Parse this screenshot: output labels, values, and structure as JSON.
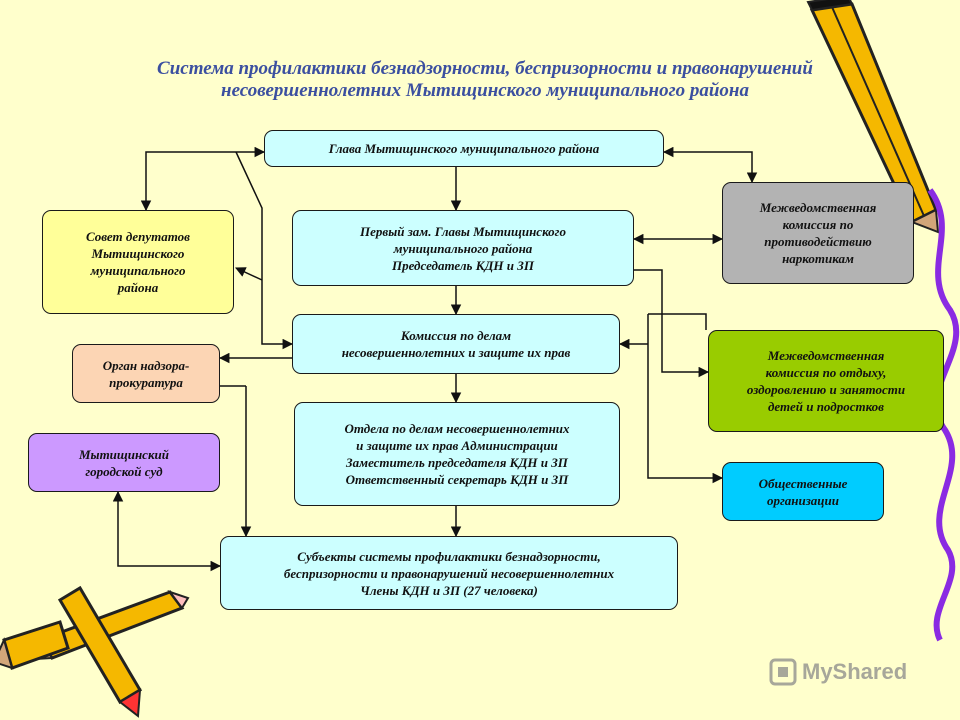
{
  "title": "Система профилактики безнадзорности, беспризорности и правонарушений\nнесовершеннолетних Мытищинского муниципального района",
  "boxes": {
    "head": "Глава Мытищинского муниципального района",
    "council": "Совет депутатов\nМытищинского\nмуниципального\nрайона",
    "first_deputy": "Первый зам. Главы Мытищинского\nмуниципального района\nПредседатель КДН и ЗП",
    "narcotics": "Межведомственная\nкомиссия по\nпротиводействию\nнаркотикам",
    "commission": "Комиссия по делам\nнесовершеннолетних и защите их прав",
    "prosecutor": "Орган надзора-\nпрокуратура",
    "leisure": "Межведомственная\nкомиссия по отдыху,\nоздоровлению и занятости\nдетей и подростков",
    "department": "Отдела по делам несовершеннолетних\nи защите их прав Администрации\nЗаместитель председателя КДН и ЗП\nОтветственный секретарь КДН и ЗП",
    "court": "Мытищинский\nгородской суд",
    "public_orgs": "Общественные\nорганизации",
    "subjects": "Субъекты системы профилактики безнадзорности,\nбеспризорности и правонарушений несовершеннолетних\nЧлены КДН и ЗП (27 человека)"
  },
  "watermark": "MyShared",
  "colors": {
    "background": "#ffffcc",
    "title": "#3b4fa0",
    "cyan": "#ccffff",
    "yellow": "#ffff99",
    "peach": "#fcd5b4",
    "lavender": "#cc99ff",
    "gray": "#b3b3b3",
    "green": "#99cc00",
    "blue": "#00ccff"
  }
}
